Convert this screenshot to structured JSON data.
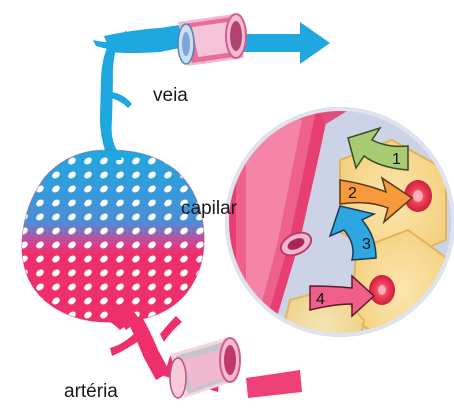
{
  "labels": {
    "vein": "veia",
    "capillary": "capilar",
    "artery": "artéria"
  },
  "exchange_arrows": [
    {
      "number": "1"
    },
    {
      "number": "2"
    },
    {
      "number": "3"
    },
    {
      "number": "4"
    }
  ],
  "colors": {
    "vein": "#1fa8e0",
    "artery": "#ee2f6b",
    "capillary_wall": "#e83f72",
    "tissue_cell": "#f8dc92",
    "cell_nucleus": "#ef3a52",
    "arrow_1": "#a7cc72",
    "arrow_2": "#f79a3c",
    "arrow_3": "#2ea7e0",
    "arrow_4": "#ef5f8a",
    "inset_background": "#ccd3e6"
  }
}
